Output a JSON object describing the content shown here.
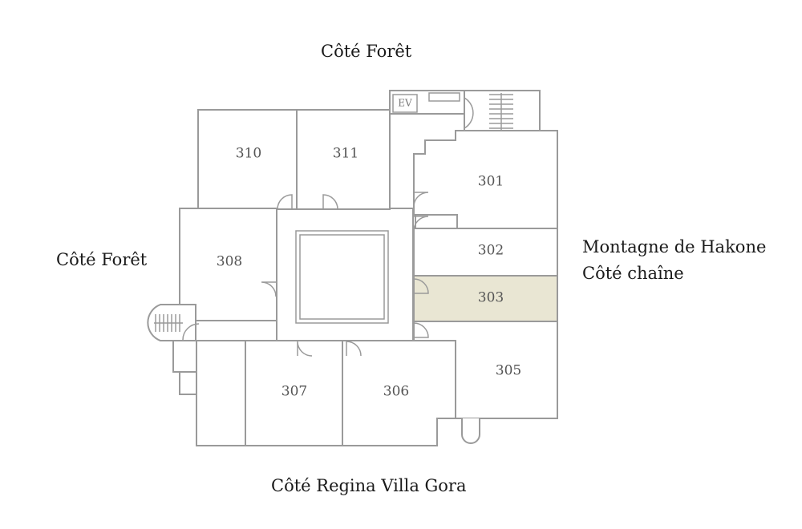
{
  "labels": {
    "top": "Côté Forêt",
    "left": "Côté Forêt",
    "right_line1": "Montagne de Hakone",
    "right_line2": "Côté chaîne",
    "bottom": "Côté Regina Villa Gora"
  },
  "rooms": {
    "r301": "301",
    "r302": "302",
    "r303": "303",
    "r305": "305",
    "r306": "306",
    "r307": "307",
    "r308": "308",
    "r310": "310",
    "r311": "311"
  },
  "elevator": "EV",
  "colors": {
    "highlight_room": "#e9e6d3",
    "wall": "#9a9a9a"
  }
}
